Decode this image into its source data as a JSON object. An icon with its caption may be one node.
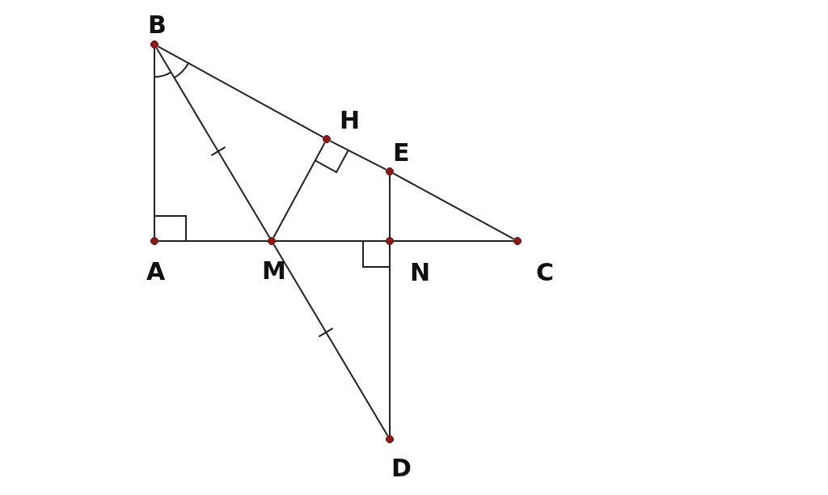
{
  "diagram": {
    "nodes": [
      {
        "text": [
          "B"
        ]
      },
      {
        "text": [
          "H"
        ]
      },
      {
        "text": [
          "E"
        ]
      },
      {
        "text": [
          "A"
        ]
      },
      {
        "text": [
          "M"
        ]
      },
      {
        "text": [
          "N"
        ]
      },
      {
        "text": [
          "C"
        ]
      },
      {
        "text": [
          "D"
        ]
      }
    ],
    "edges": [
      {
        "from": 0,
        "to": 3,
        "arrow": "none"
      },
      {
        "from": 3,
        "to": 4,
        "arrow": "none"
      },
      {
        "from": 4,
        "to": 5,
        "arrow": "none"
      },
      {
        "from": 5,
        "to": 6,
        "arrow": "none"
      },
      {
        "from": 0,
        "to": 1,
        "arrow": "none"
      },
      {
        "from": 1,
        "to": 2,
        "arrow": "none"
      },
      {
        "from": 2,
        "to": 6,
        "arrow": "none"
      },
      {
        "from": 0,
        "to": 4,
        "arrow": "none"
      },
      {
        "from": 4,
        "to": 7,
        "arrow": "none"
      },
      {
        "from": 4,
        "to": 1,
        "arrow": "none"
      },
      {
        "from": 2,
        "to": 5,
        "arrow": "none"
      },
      {
        "from": 5,
        "to": 7,
        "arrow": "none"
      }
    ]
  }
}
